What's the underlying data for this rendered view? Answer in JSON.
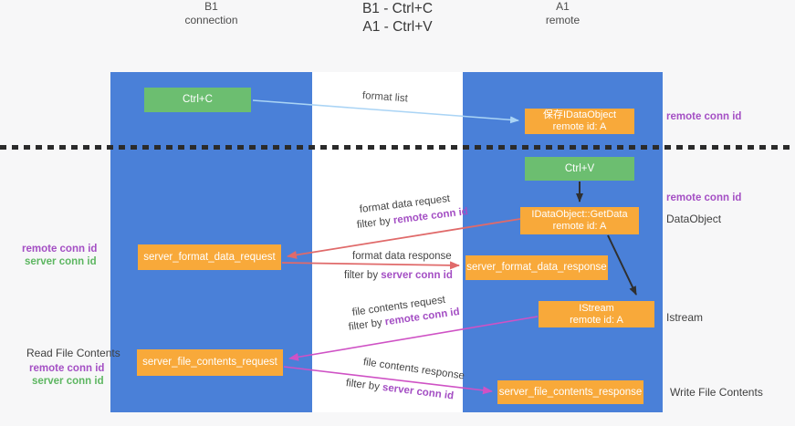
{
  "title": [
    "B1 - Ctrl+C",
    "A1 - Ctrl+V"
  ],
  "lanes": {
    "left": {
      "name": "B1",
      "subtitle": "connection"
    },
    "right": {
      "name": "A1",
      "subtitle": "remote"
    }
  },
  "nodes": {
    "ctrl_c": {
      "label": "Ctrl+C"
    },
    "save_idataobject": {
      "line1": "保存IDataObject",
      "line2": "remote id: A"
    },
    "ctrl_v": {
      "label": "Ctrl+V"
    },
    "getdata": {
      "line1": "IDataObject::GetData",
      "line2": "remote id: A"
    },
    "format_request": {
      "label": "server_format_data_request"
    },
    "format_response": {
      "label": "server_format_data_response"
    },
    "istream": {
      "line1": "IStream",
      "line2": "remote id: A"
    },
    "file_request": {
      "label": "server_file_contents_request"
    },
    "file_response": {
      "label": "server_file_contents_response"
    }
  },
  "edge_labels": {
    "format_list": "format list",
    "format_data_request": "format data request",
    "format_data_response": "format data response",
    "file_contents_request": "file contents request",
    "file_contents_response": "file contents response",
    "filter_by": "filter by",
    "remote_conn_id": "remote conn id",
    "server_conn_id": "server conn id"
  },
  "side_labels": {
    "remote_conn_id": "remote conn id",
    "server_conn_id": "server conn id",
    "dataobject": "DataObject",
    "istream": "Istream",
    "read_file_contents": "Read File Contents",
    "write_file_contents": "Write File Contents"
  },
  "colors": {
    "lane_blue": "#4a80d8",
    "box_orange": "#f8a93a",
    "box_green": "#6cbe70",
    "arrow_red": "#e06a6a",
    "arrow_magenta": "#cf52c5",
    "arrow_blue": "#aad4f5",
    "arrow_black": "#2f2f2f",
    "text_purple": "#a44fc4",
    "text_green": "#5db661"
  }
}
